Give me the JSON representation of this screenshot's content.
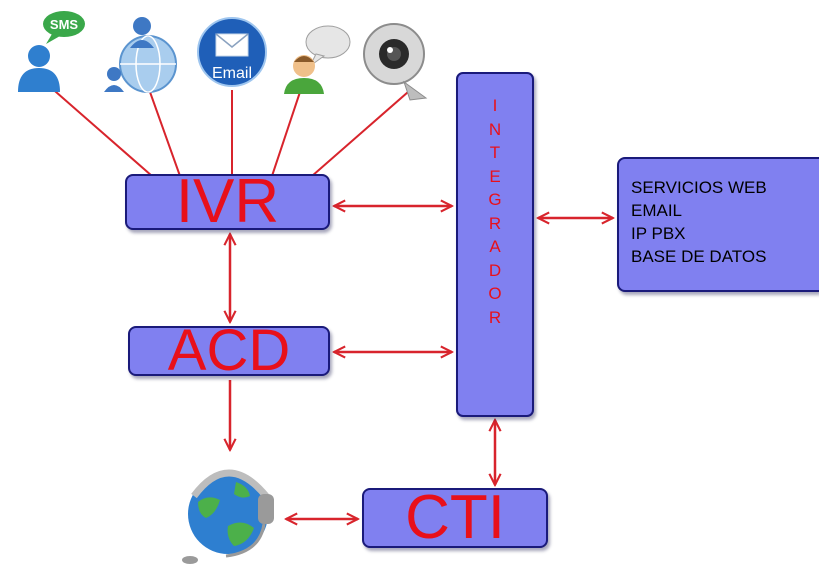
{
  "diagram": {
    "ivr_label": "IVR",
    "acd_label": "ACD",
    "cti_label": "CTI",
    "integrador_letters": [
      "I",
      "N",
      "T",
      "E",
      "G",
      "R",
      "A",
      "D",
      "O",
      "R"
    ],
    "services": [
      "SERVICIOS WEB",
      "EMAIL",
      "IP PBX",
      "BASE DE DATOS"
    ],
    "sms_badge": "SMS",
    "email_badge": "Email"
  },
  "colors": {
    "box_fill": "#8080f0",
    "box_border": "#1a1a7a",
    "label_red": "#e8101a",
    "connector_red": "#d8242c"
  },
  "icons": [
    "sms-user-icon",
    "network-globe-icon",
    "email-icon",
    "chat-person-icon",
    "webcam-icon",
    "headset-globe-icon"
  ]
}
